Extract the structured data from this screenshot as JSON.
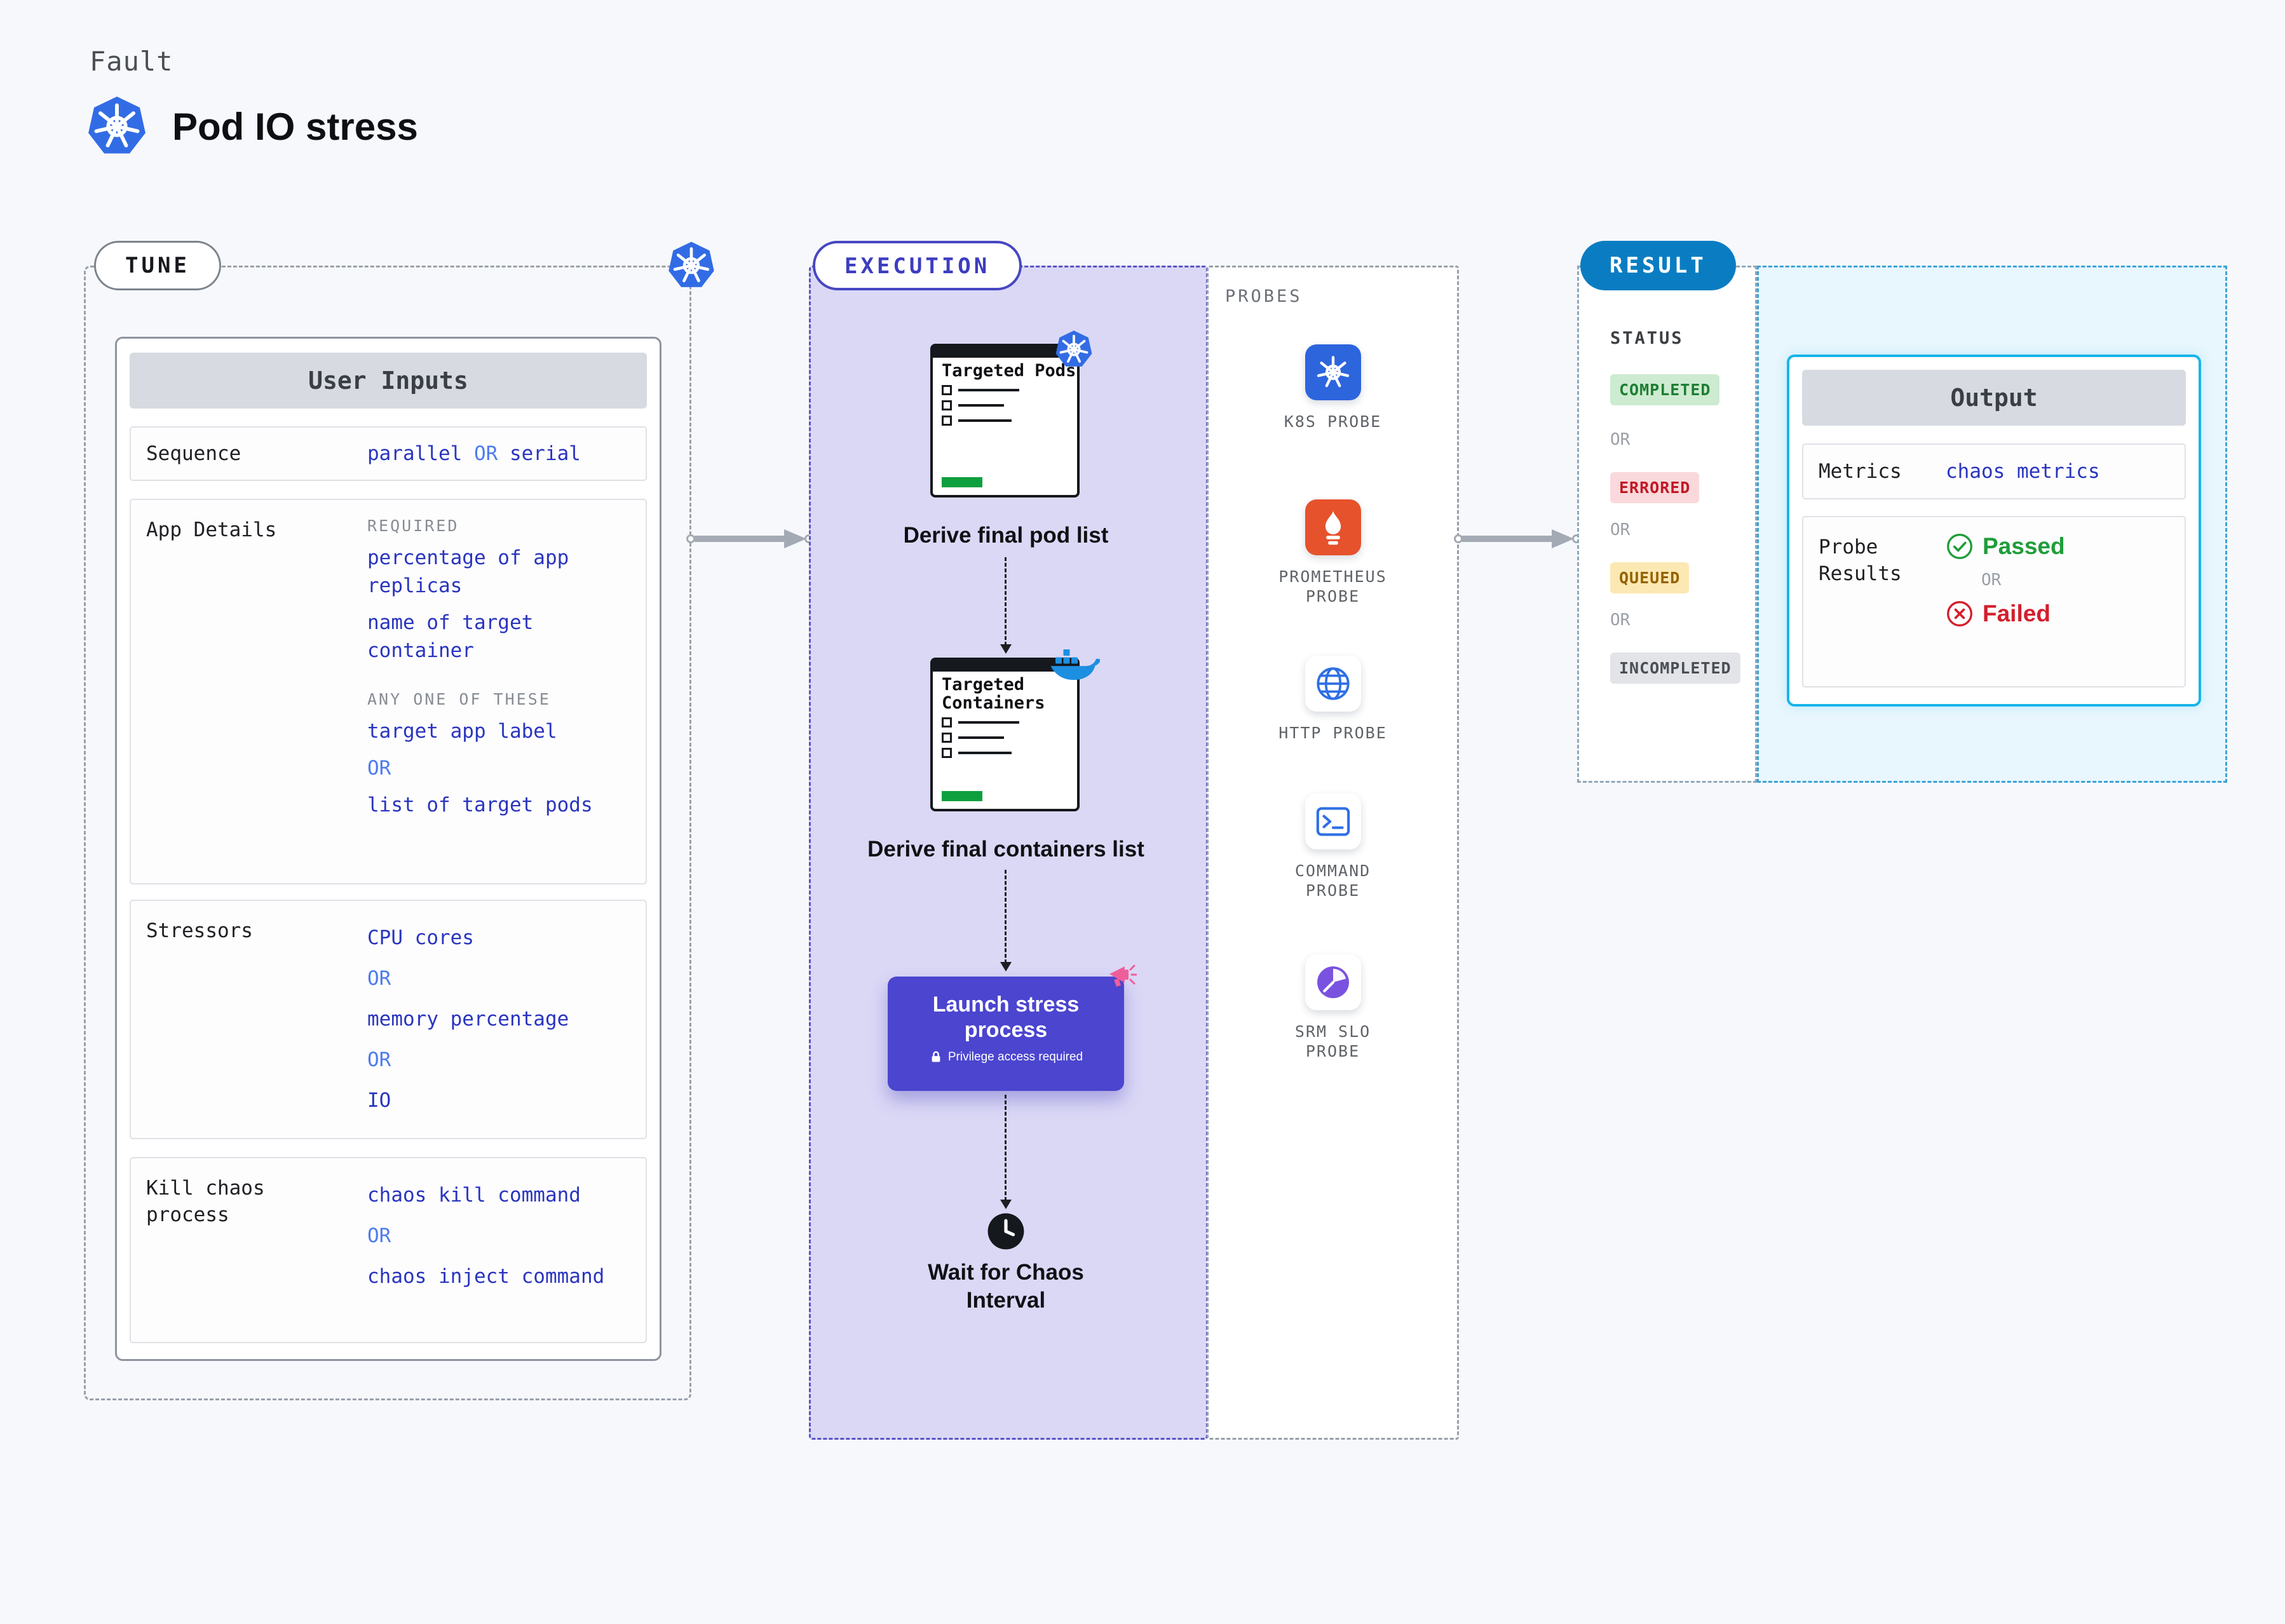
{
  "or_label": "OR",
  "colors": {
    "kubernetes_blue": "#326ce5",
    "execution_purple": "#4b45cf",
    "result_blue": "#0a7dc2",
    "value_blue": "#2a35be",
    "or_blue": "#4f7ced",
    "prometheus_orange": "#e6522c",
    "completed_green": "#1e7e34",
    "errored_red": "#c21825",
    "queued_amber": "#946200",
    "passed_green": "#1f9d3a",
    "failed_red": "#d21f2c"
  },
  "header": {
    "eyebrow": "Fault",
    "title": "Pod IO stress"
  },
  "tune": {
    "pill": "TUNE",
    "panel_title": "User Inputs",
    "sequence_label": "Sequence",
    "sequence_value_1": "parallel",
    "sequence_value_2": "serial",
    "app_details_label": "App Details",
    "required_caption": "REQUIRED",
    "required_item_1": "percentage of app replicas",
    "required_item_2": "name of target container",
    "any_caption": "ANY ONE OF THESE",
    "any_item_1": "target app label",
    "any_item_2": "list of target pods",
    "stressors_label": "Stressors",
    "stressor_1": "CPU cores",
    "stressor_2": "memory percentage",
    "stressor_3": "IO",
    "kill_label": "Kill chaos process",
    "kill_1": "chaos kill command",
    "kill_2": "chaos inject command"
  },
  "execution": {
    "pill": "EXECUTION",
    "window_1_title": "Targeted Pods",
    "step_1_caption": "Derive final pod list",
    "window_2_title": "Targeted Containers",
    "step_2_caption": "Derive final containers list",
    "launch_button": "Launch stress process",
    "launch_note": "Privilege access required",
    "wait_caption": "Wait for Chaos Interval"
  },
  "probes": {
    "title": "PROBES",
    "items": [
      {
        "label": "K8S PROBE",
        "icon": "k8s-icon"
      },
      {
        "label": "PROMETHEUS PROBE",
        "icon": "prometheus-icon"
      },
      {
        "label": "HTTP PROBE",
        "icon": "globe-icon"
      },
      {
        "label": "COMMAND PROBE",
        "icon": "terminal-icon"
      },
      {
        "label": "SRM SLO PROBE",
        "icon": "slo-gauge-icon"
      }
    ]
  },
  "result": {
    "pill": "RESULT",
    "status_title": "STATUS",
    "status_1": "COMPLETED",
    "status_2": "ERRORED",
    "status_3": "QUEUED",
    "status_4": "INCOMPLETED",
    "output_title": "Output",
    "metrics_label": "Metrics",
    "metrics_value": "chaos metrics",
    "probe_results_label": "Probe Results",
    "passed_label": "Passed",
    "failed_label": "Failed"
  }
}
